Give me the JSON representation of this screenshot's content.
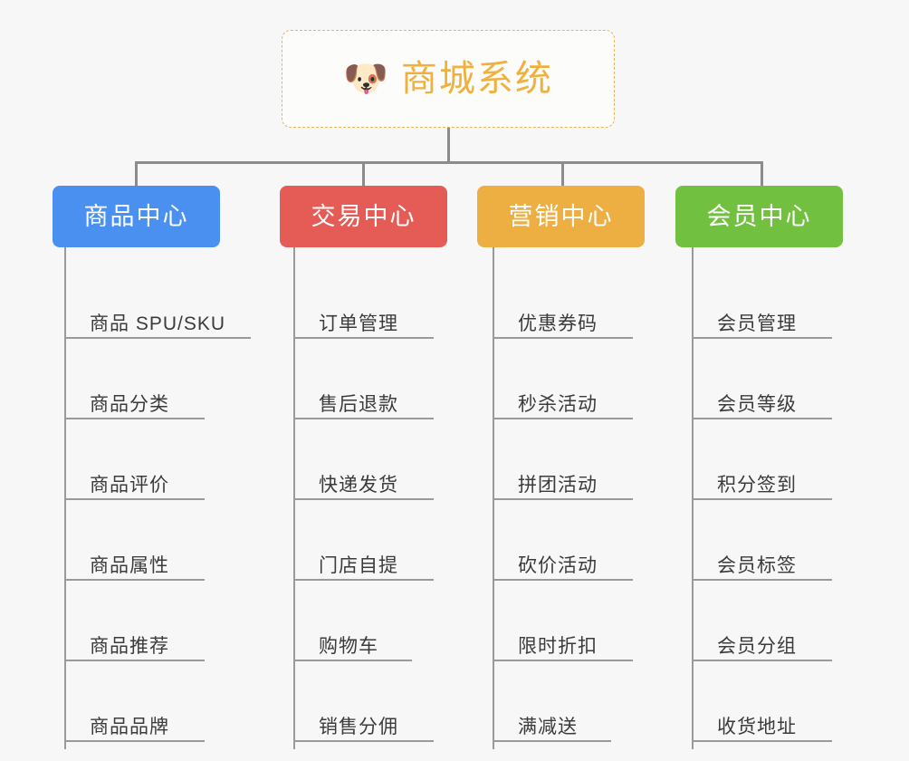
{
  "root": {
    "icon": "dog-face-emoji",
    "icon_glyph": "🐶",
    "title": "商城系统",
    "border_color": "#e8b45c",
    "text_color": "#f0b03c",
    "background": "#fcfcfa"
  },
  "canvas": {
    "background": "#f7f7f7",
    "connector_color": "#8c8c8c"
  },
  "branches": [
    {
      "label": "商品中心",
      "color": "#4a90f0",
      "items": [
        "商品 SPU/SKU",
        "商品分类",
        "商品评价",
        "商品属性",
        "商品推荐",
        "商品品牌"
      ]
    },
    {
      "label": "交易中心",
      "color": "#e55b55",
      "items": [
        "订单管理",
        "售后退款",
        "快递发货",
        "门店自提",
        "购物车",
        "销售分佣"
      ]
    },
    {
      "label": "营销中心",
      "color": "#edae42",
      "items": [
        "优惠券码",
        "秒杀活动",
        "拼团活动",
        "砍价活动",
        "限时折扣",
        "满减送"
      ]
    },
    {
      "label": "会员中心",
      "color": "#72c040",
      "items": [
        "会员管理",
        "会员等级",
        "积分签到",
        "会员标签",
        "会员分组",
        "收货地址"
      ]
    }
  ]
}
